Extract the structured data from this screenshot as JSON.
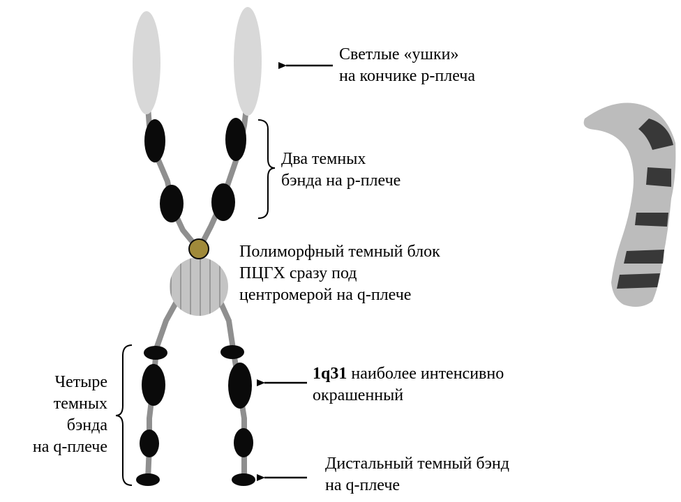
{
  "labels": {
    "ears": {
      "line1": "Светлые «ушки»",
      "line2": "на кончике р-плеча"
    },
    "p_bands": {
      "line1": "Два темных",
      "line2": "бэнда на р-плече"
    },
    "block": {
      "line1": "Полиморфный темный блок",
      "line2": "ПЦГХ сразу под",
      "line3": "центромерой на q-плече"
    },
    "q_bands": {
      "line1": "Четыре",
      "line2": "темных",
      "line3": "бэнда",
      "line4": "на q-плече"
    },
    "q31": {
      "bold": "1q31",
      "rest": " наиболее интенсивно",
      "line2": "окрашенный"
    },
    "distal": {
      "line1": "Дистальный темный бэнд",
      "line2": "на q-плече"
    }
  },
  "colors": {
    "arm": "#8f8f8f",
    "band": "#0a0a0a",
    "ear": "#d8d8d8",
    "centromere": "#a08a3a",
    "heterochromatin": "#bdbdbd",
    "arrow": "#000000"
  }
}
